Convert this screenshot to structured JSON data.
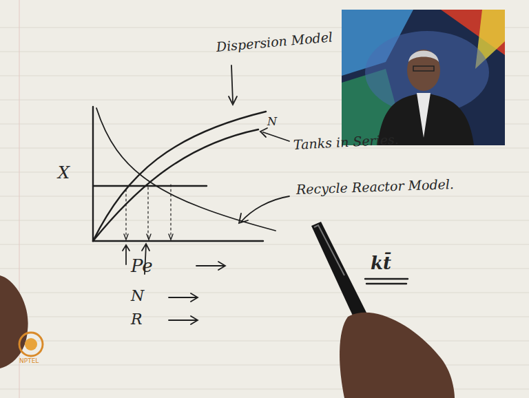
{
  "diagram": {
    "labels": [
      "Dispersion Model",
      "N",
      "Tanks in Series.",
      "Recycle Reactor Model.",
      "X",
      "Pe",
      "N",
      "R",
      "kt̄",
      "NPTEL"
    ]
  }
}
